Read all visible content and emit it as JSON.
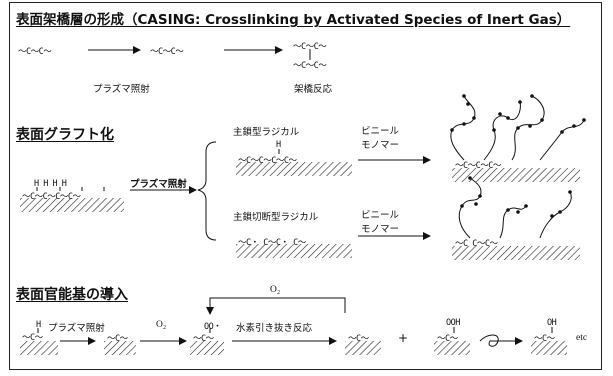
{
  "casing": {
    "title": "表面架橋層の形成（CASING: Crosslinking by Activated Species of Inert Gas）",
    "chain_left": "～C～C～",
    "chain_mid": "～C～C～",
    "chain_right_top": "～C～C～",
    "chain_right_bottom": "～C～C～",
    "plasma_label": "プラズマ照射",
    "crosslink_label": "架橋反応"
  },
  "graft": {
    "title": "表面グラフト化",
    "h_atoms": "H   H   H   H",
    "start_chain": "～C～C～C～C～",
    "plasma_label": "プラズマ照射",
    "main_radical_label": "主鎖型ラジカル",
    "main_radical_h": "H",
    "main_radical_chain": "～C～C～C～C～",
    "scission_label": "主鎖切断型ラジカル",
    "scission_chain": "～C・  C～C・  C～",
    "vinyl_label_1": "ビニール\nモノマー",
    "vinyl_label_2": "ビニール\nモノマー",
    "grafted_chain_1": "～C～C～C～",
    "grafted_chain_2": "～C  C～C～"
  },
  "func": {
    "title": "表面官能基の導入",
    "h_atom": "H",
    "plasma_label": "プラズマ照射",
    "o2_label": "O₂",
    "o2_loop_label": "O₂",
    "oo_label": "OO・",
    "abstraction_label": "水素引き抜き反応",
    "chain": "～C～",
    "plus": "+",
    "ooh_label": "OOH",
    "oh_label": "OH",
    "etc": "etc"
  }
}
